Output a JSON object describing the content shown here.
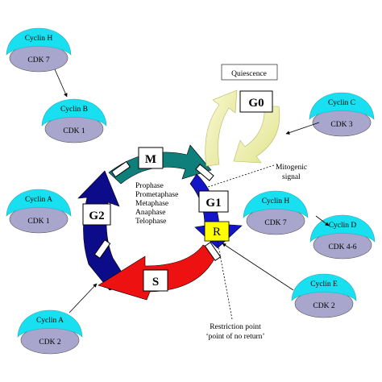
{
  "phases": {
    "m": "M",
    "g1": "G1",
    "g2": "G2",
    "s": "S",
    "r": "R",
    "g0": "G0"
  },
  "mitosis_steps": [
    "Prophase",
    "Prometaphase",
    "Metaphase",
    "Anaphase",
    "Telophase"
  ],
  "quiescence_label": "Quiescence",
  "mitogenic_signal": [
    "Mitogenic",
    "signal"
  ],
  "restriction_point": [
    "Restriction point",
    "‘point of  no return’"
  ],
  "complexes": {
    "h_top": {
      "cyclin": "Cyclin H",
      "cdk": "CDK 7"
    },
    "b": {
      "cyclin": "Cyclin B",
      "cdk": "CDK 1"
    },
    "a_mid": {
      "cyclin": "Cyclin A",
      "cdk": "CDK 1"
    },
    "a_bottom": {
      "cyclin": "Cyclin A",
      "cdk": "CDK 2"
    },
    "c": {
      "cyclin": "Cyclin C",
      "cdk": "CDK 3"
    },
    "h_right": {
      "cyclin": "Cyclin H",
      "cdk": "CDK 7"
    },
    "d": {
      "cyclin": "Cyclin D",
      "cdk": "CDK 4-6"
    },
    "e": {
      "cyclin": "Cyclin E",
      "cdk": "CDK 2"
    }
  },
  "colors": {
    "cyclin_fill": "#19e0f0",
    "cdk_fill": "#a8a6cc",
    "m_arrow": "#0f7f7b",
    "g1_arrow": "#1414c8",
    "g2_arrow": "#0c0c8a",
    "s_arrow": "#ee1111",
    "restriction_fill": "#ffff00",
    "g0_arrow": "#eef0a0"
  }
}
